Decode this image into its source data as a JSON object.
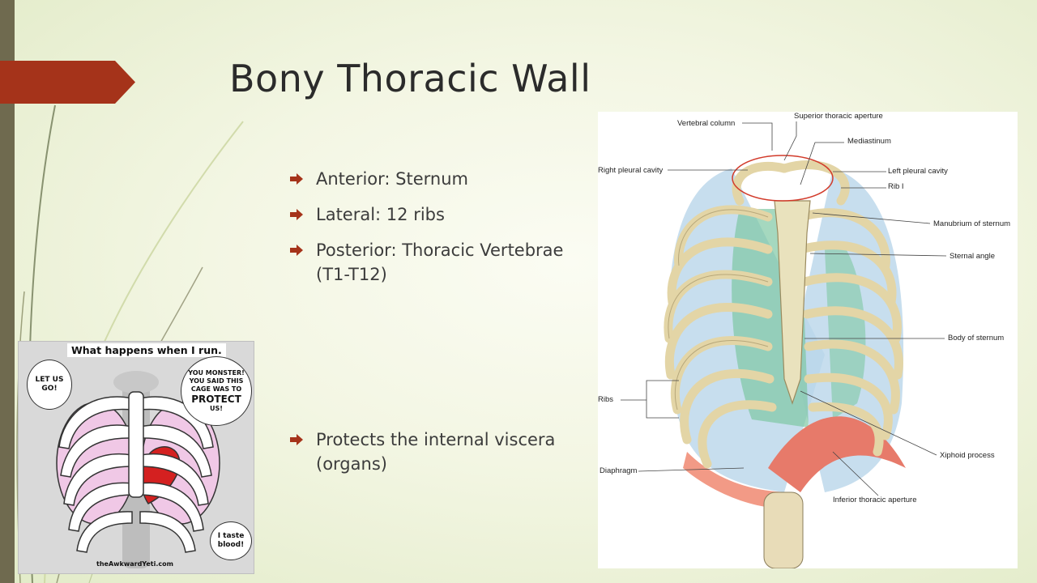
{
  "slide": {
    "title": "Bony Thoracic Wall",
    "bullets": [
      "Anterior: Sternum",
      "Lateral: 12 ribs",
      "Posterior: Thoracic Vertebrae (T1-T12)",
      "Protects the internal viscera (organs)"
    ],
    "accent_color": "#a5331a",
    "bar_color": "#6f6a4f"
  },
  "comic": {
    "heading": "What happens when I run.",
    "left_bubble": "LET US GO!",
    "right_bubble_line1": "YOU MONSTER! YOU SAID THIS CAGE WAS TO",
    "right_bubble_emph": "PROTECT",
    "right_bubble_line2": "US!",
    "bottom_bubble": "I taste blood!",
    "credit": "theAwkwardYeti.com"
  },
  "anatomy": {
    "labels": {
      "vertebral_column": "Vertebral column",
      "superior_aperture": "Superior thoracic aperture",
      "mediastinum": "Mediastinum",
      "right_pleural": "Right pleural cavity",
      "left_pleural": "Left pleural cavity",
      "rib_i": "Rib I",
      "manubrium": "Manubrium of sternum",
      "sternal_angle": "Sternal angle",
      "body_sternum": "Body of sternum",
      "ribs": "Ribs",
      "xiphoid": "Xiphoid process",
      "diaphragm": "Diaphragm",
      "inferior_aperture": "Inferior thoracic aperture"
    }
  }
}
